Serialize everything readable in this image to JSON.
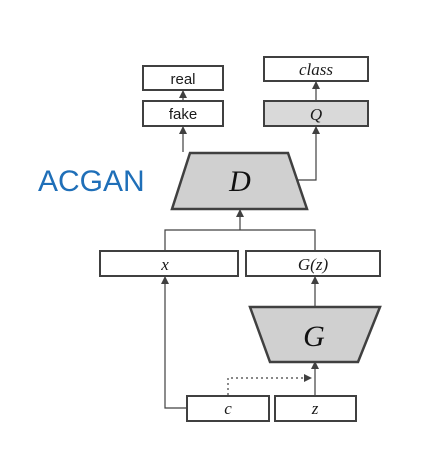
{
  "diagram": {
    "title": "ACGAN",
    "nodes": {
      "real": "real",
      "fake": "fake",
      "class": "class",
      "q": "Q",
      "d": "D",
      "x": "x",
      "gz": "G(z)",
      "g": "G",
      "c": "c",
      "z": "z"
    },
    "colors": {
      "title": "#1f6fb8",
      "network_fill": "#d0d0d0",
      "stroke": "#404040"
    }
  }
}
